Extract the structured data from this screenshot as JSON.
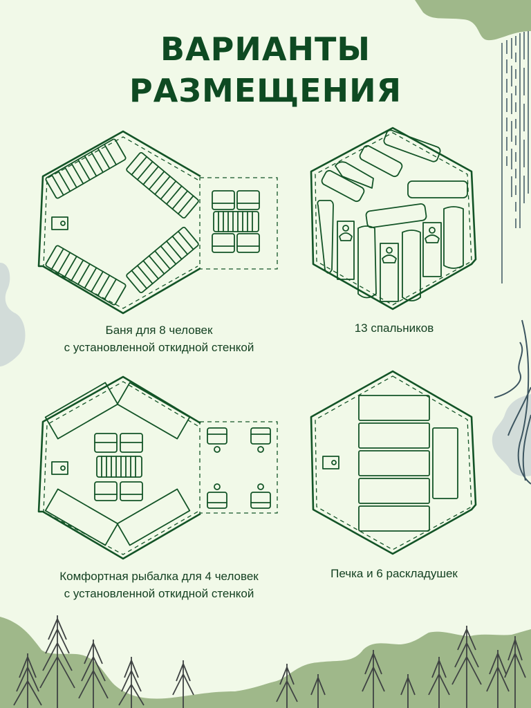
{
  "title": {
    "line1": "ВАРИАНТЫ",
    "line2": "РАЗМЕЩЕНИЯ"
  },
  "layouts": [
    {
      "id": "sauna",
      "caption_line1": "Баня для 8 человек",
      "caption_line2": "с установленной откидной стенкой",
      "elements": [
        "stove",
        "4 benches",
        "table with 4 seats",
        "fold-down wall"
      ]
    },
    {
      "id": "sleeping-bags",
      "caption_line1": "13 спальников",
      "caption_line2": "",
      "elements": [
        "13 sleeping bags"
      ]
    },
    {
      "id": "fishing",
      "caption_line1": "Комфортная рыбалка для 4 человек",
      "caption_line2": "с установленной откидной стенкой",
      "elements": [
        "stove",
        "4 cots",
        "table with 4 seats",
        "4 fishing seats with ice holes",
        "fold-down wall"
      ]
    },
    {
      "id": "cots",
      "caption_line1": "Печка и 6 раскладушек",
      "caption_line2": "",
      "elements": [
        "stove",
        "6 cots"
      ]
    }
  ],
  "colors": {
    "background": "#f1f9e8",
    "primary_green": "#0e4a22",
    "hill_green": "#9fb88a",
    "tree_gray": "#3f4343",
    "blob_gray": "#d2dcd9",
    "dark_teal": "#3c5560"
  }
}
